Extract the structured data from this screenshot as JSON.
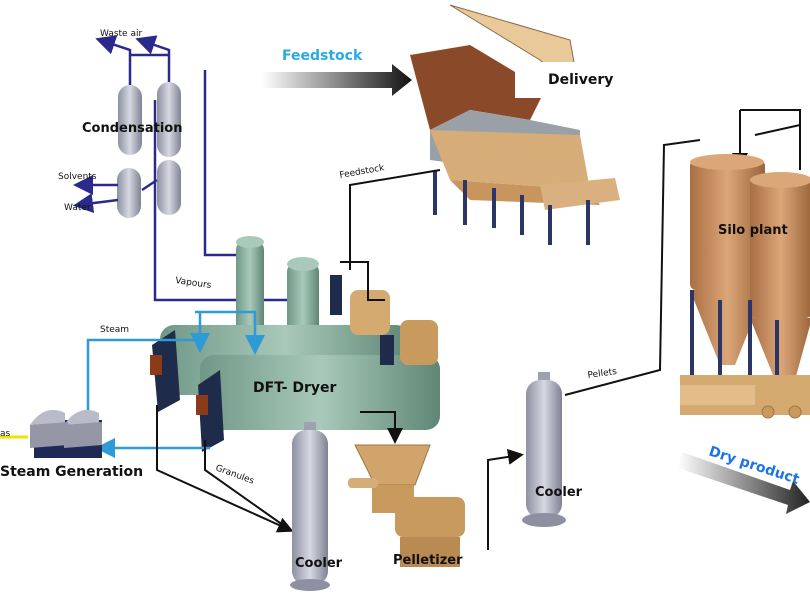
{
  "labels": {
    "waste_air": "Waste air",
    "condensation": "Condensation",
    "solvents": "Solvents",
    "water": "Water",
    "feedstock_arrow": "Feedstock",
    "delivery": "Delivery",
    "feedstock_line": "Feedstock",
    "vapours": "Vapours",
    "steam": "Steam",
    "dryer": "DFT- Dryer",
    "gas": "as",
    "steam_generation": "Steam Generation",
    "granules": "Granules",
    "cooler_1": "Cooler",
    "pelletizer": "Pelletizer",
    "cooler_2": "Cooler",
    "pellets": "Pellets",
    "silo_plant": "Silo plant",
    "dry_product": "Dry product"
  },
  "colors": {
    "feedstock_arrow_text": "#29abe2",
    "dry_product_text": "#1a73e8",
    "vapour_line": "#2b2a8c",
    "steam_line": "#2e9ad6",
    "process_line": "#111111",
    "tank_green": "#8fb5a4",
    "vessel_grey": "#b9bcc8",
    "wood": "#c89a64",
    "silo": "#c98e5f"
  }
}
